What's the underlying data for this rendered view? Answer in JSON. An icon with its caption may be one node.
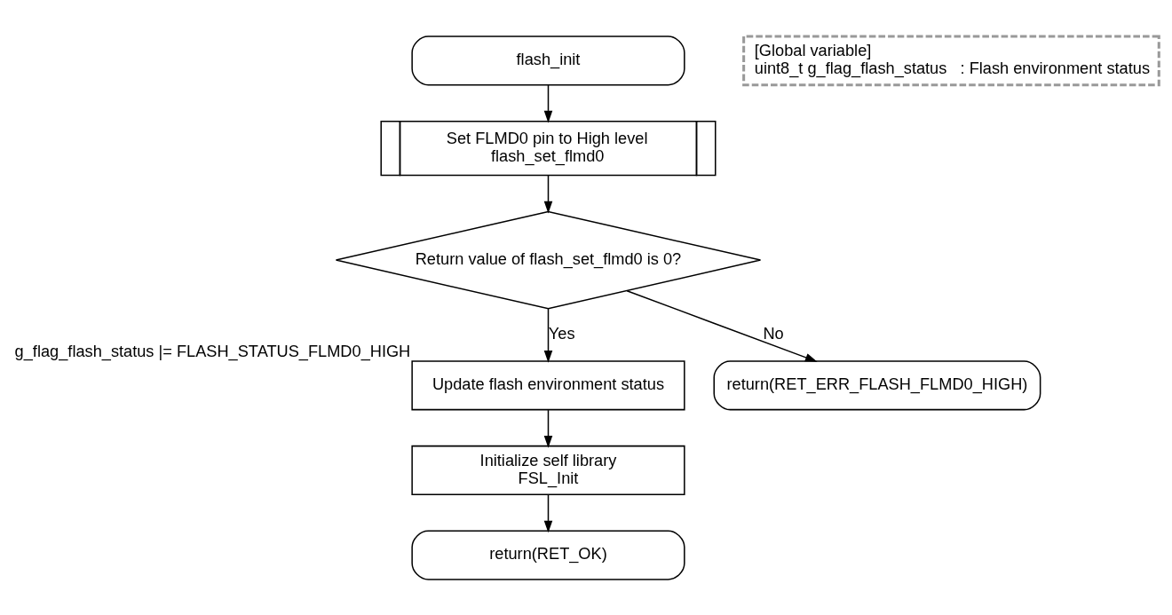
{
  "diagram": {
    "nodes": [
      {
        "text": [
          "flash_init"
        ]
      },
      {
        "text": [
          "Set FLMD0 pin to High level",
          "flash_set_flmd0"
        ]
      },
      {
        "text": [
          "Return value of flash_set_flmd0 is 0?"
        ]
      },
      {
        "text": [
          "return(RET_ERR_FLASH_FLMD0_HIGH)"
        ]
      },
      {
        "text": [
          "Update flash environment status"
        ],
        "beside": [
          "g_flag_flash_status |= FLASH_STATUS_FLMD0_HIGH"
        ]
      },
      {
        "text": [
          "Initialize self library",
          "FSL_Init"
        ]
      },
      {
        "text": [
          "return(RET_OK)"
        ]
      },
      {
        "text": [
          "[Global variable]",
          "uint8_t g_flag_flash_status   : Flash environment status"
        ]
      }
    ],
    "edges": [
      {
        "from": 0,
        "to": 1,
        "arrow": "to"
      },
      {
        "from": 1,
        "to": 2,
        "arrow": "to"
      },
      {
        "from": 2,
        "to": 3,
        "arrow": "to",
        "label": "No"
      },
      {
        "from": 2,
        "to": 4,
        "arrow": "to",
        "label": "Yes"
      },
      {
        "from": 4,
        "to": 5,
        "arrow": "to"
      },
      {
        "from": 5,
        "to": 6,
        "arrow": "to"
      }
    ]
  }
}
